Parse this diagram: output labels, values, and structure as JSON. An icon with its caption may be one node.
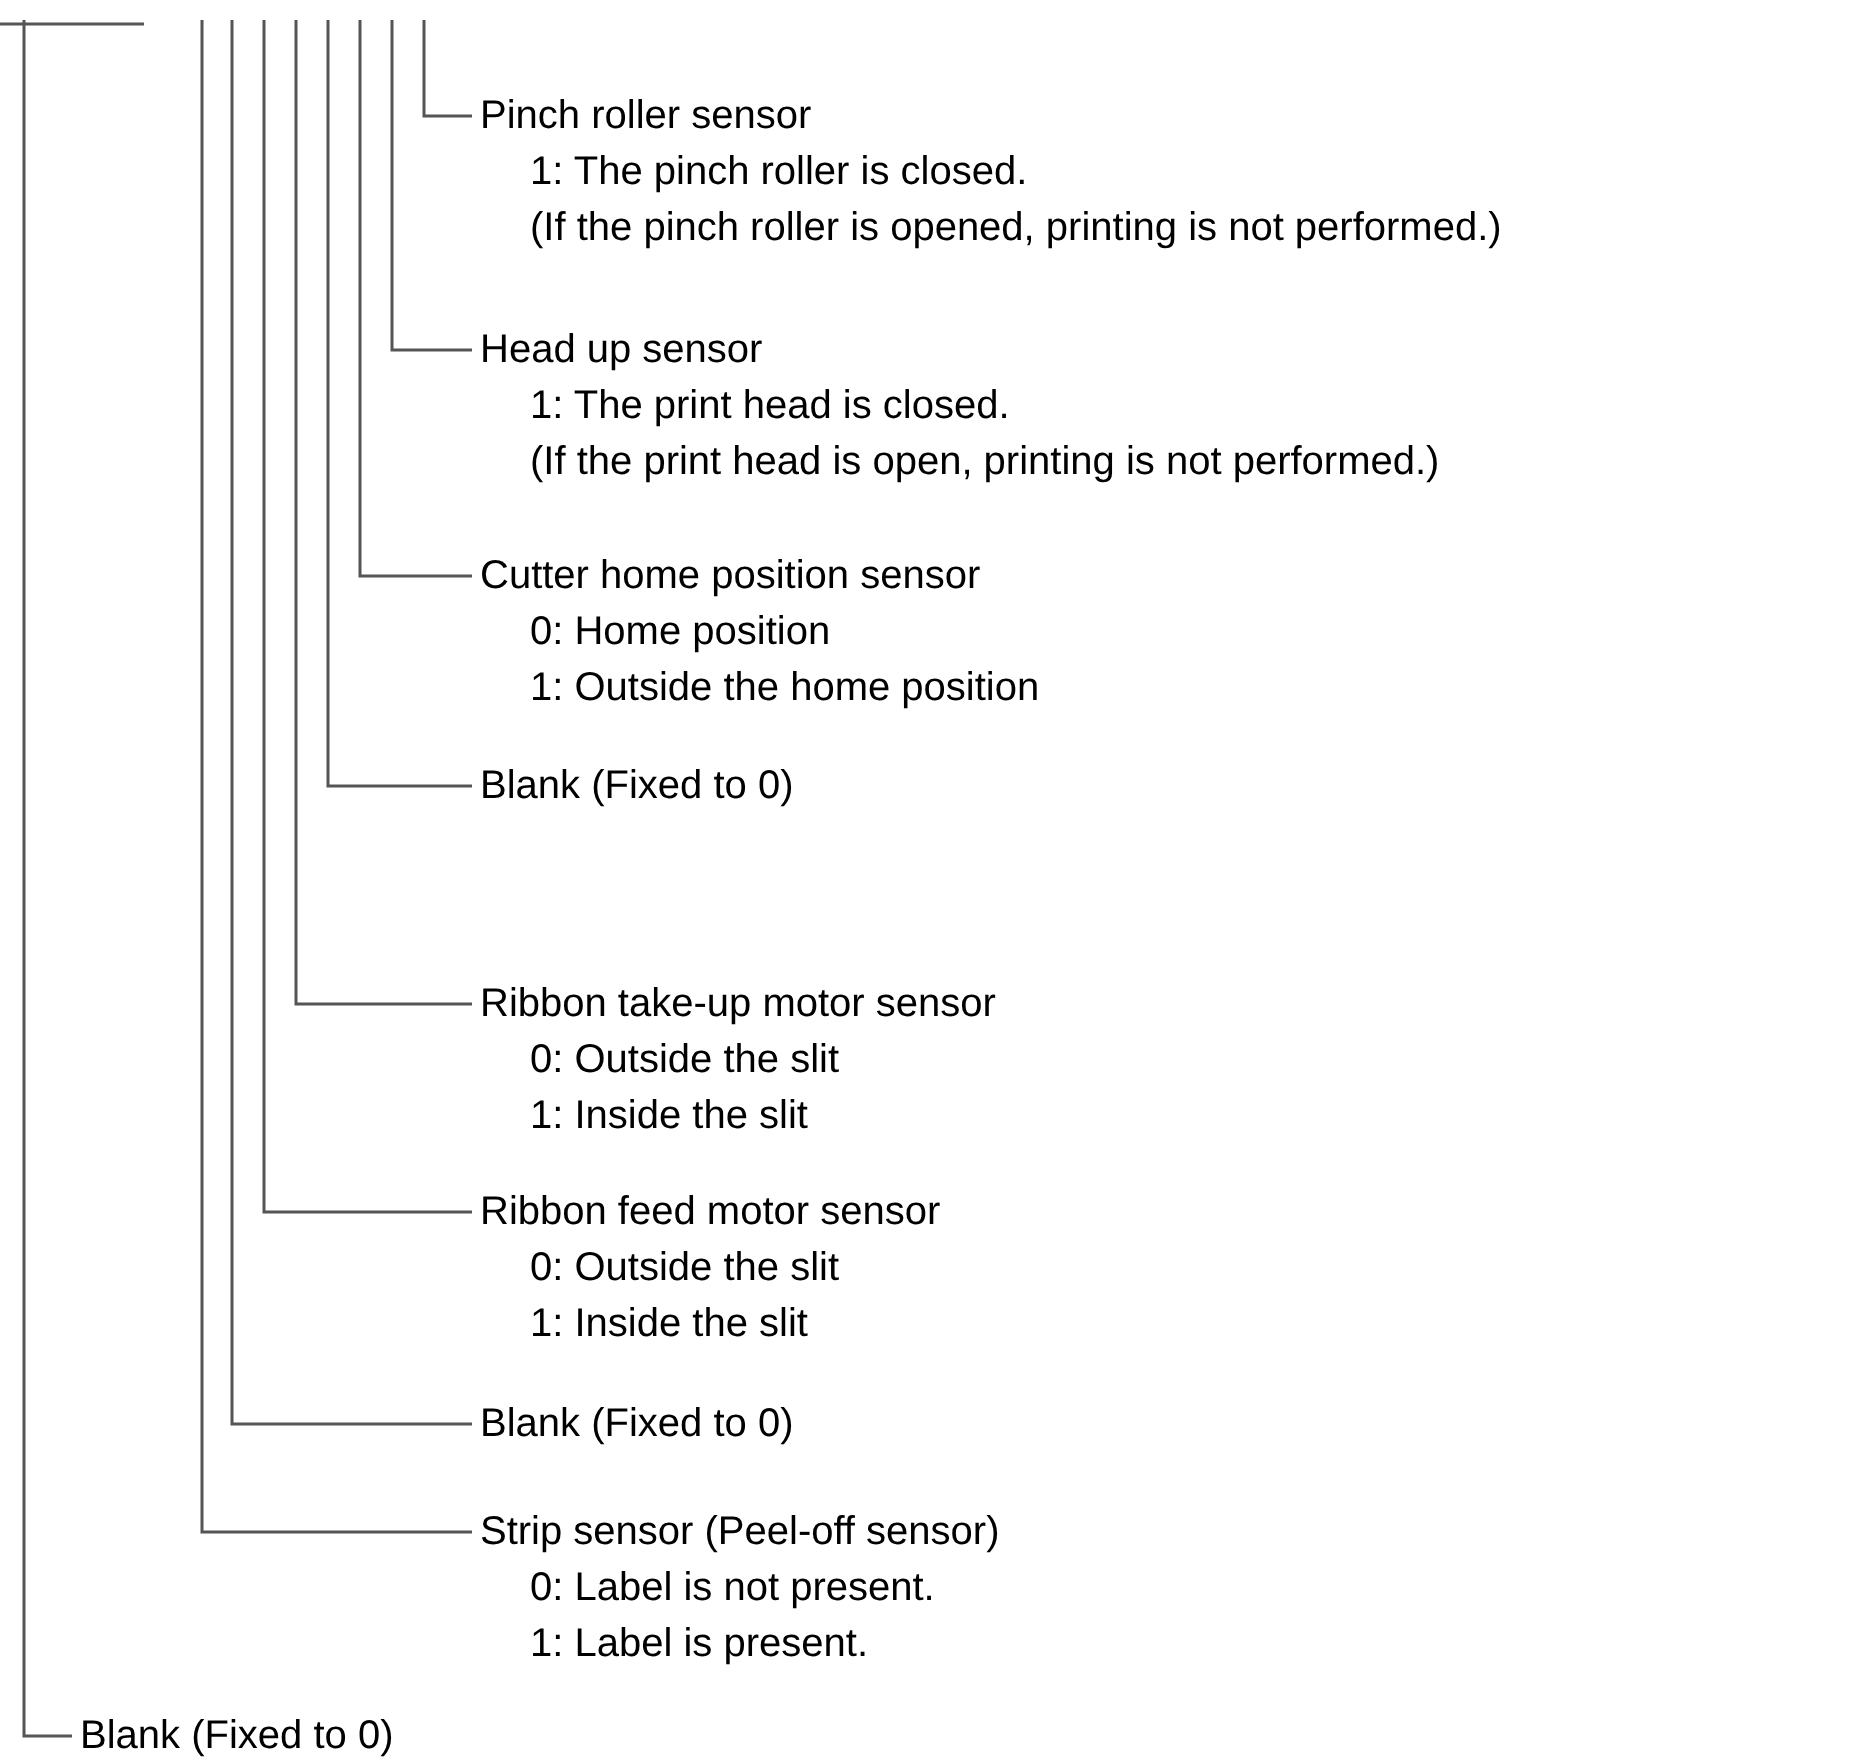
{
  "diagram": {
    "nodes": [
      {
        "text": [
          "Pinch roller sensor",
          "1: The pinch roller is closed.",
          "(If the pinch roller is opened, printing is not performed.)"
        ]
      },
      {
        "text": [
          "Head up sensor",
          "1: The print head is closed.",
          "(If the print head is open, printing is not performed.)"
        ]
      },
      {
        "text": [
          "Cutter home position sensor",
          "0: Home position",
          "1: Outside the home position"
        ]
      },
      {
        "text": [
          "Blank (Fixed to 0)"
        ]
      },
      {
        "text": [
          "Ribbon take-up motor sensor",
          "0: Outside the slit",
          "1: Inside the slit"
        ]
      },
      {
        "text": [
          "Ribbon feed motor sensor",
          "0: Outside the slit",
          "1: Inside the slit"
        ]
      },
      {
        "text": [
          "Blank (Fixed to 0)"
        ]
      },
      {
        "text": [
          "Strip sensor (Peel-off sensor)",
          "0: Label is not present.",
          "1: Label is present."
        ]
      },
      {
        "text": [
          "Blank (Fixed to 0)"
        ]
      }
    ],
    "edges": [
      {
        "from": 0,
        "to": null,
        "arrow": "none"
      },
      {
        "from": 1,
        "to": null,
        "arrow": "none"
      },
      {
        "from": 2,
        "to": null,
        "arrow": "none"
      },
      {
        "from": 3,
        "to": null,
        "arrow": "none"
      },
      {
        "from": 4,
        "to": null,
        "arrow": "none"
      },
      {
        "from": 5,
        "to": null,
        "arrow": "none"
      },
      {
        "from": 6,
        "to": null,
        "arrow": "none"
      },
      {
        "from": 7,
        "to": null,
        "arrow": "none"
      },
      {
        "from": 8,
        "to": null,
        "arrow": "none"
      }
    ]
  }
}
